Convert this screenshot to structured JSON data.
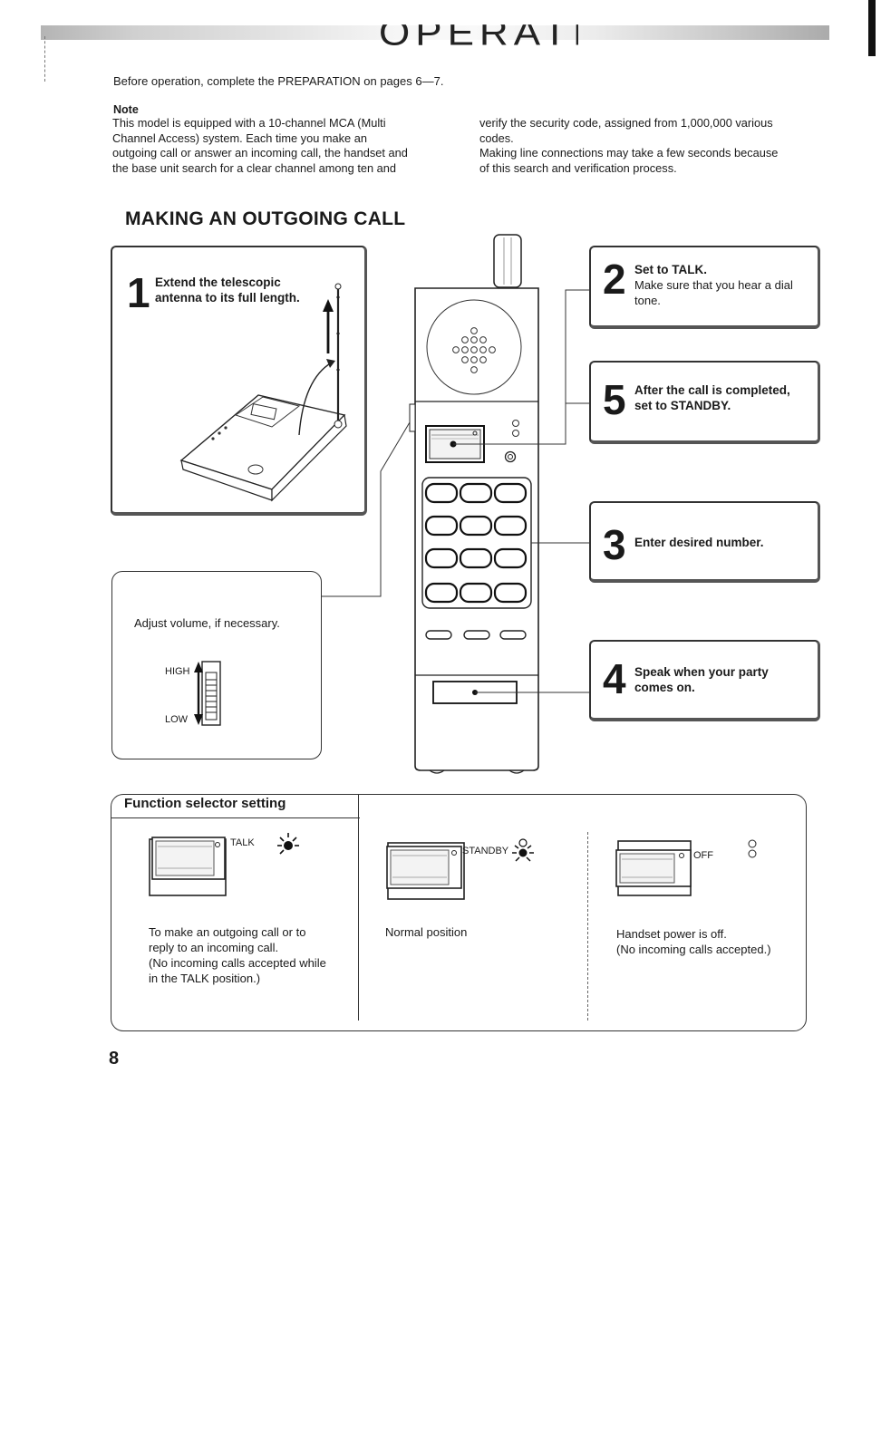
{
  "header": {
    "title": "OPERATION"
  },
  "intro": {
    "text": "Before operation, complete the PREPARATION on pages 6—7."
  },
  "note": {
    "heading": "Note",
    "col1": "This model is equipped with a 10-channel MCA (Multi\nChannel Access) system. Each time you make an\noutgoing call or answer an incoming call, the handset and\nthe base unit search for a clear channel among ten and",
    "col2": "verify the security code, assigned from 1,000,000 various\ncodes.\nMaking line connections may take a few seconds because\nof this search and verification process."
  },
  "section": {
    "title": "MAKING AN OUTGOING CALL"
  },
  "steps": {
    "s1": {
      "num": "1",
      "text": "Extend the telescopic\nantenna to its full length."
    },
    "s2": {
      "num": "2",
      "text": "Set to TALK.",
      "sub": "Make sure that you hear a dial\ntone."
    },
    "s3": {
      "num": "3",
      "text": "Enter desired number."
    },
    "s4": {
      "num": "4",
      "text": "Speak when your party\ncomes on."
    },
    "s5": {
      "num": "5",
      "text": "After the call is completed,\nset to STANDBY."
    }
  },
  "volume": {
    "text": "Adjust volume, if necessary.",
    "high": "HIGH",
    "low": "LOW"
  },
  "function_selector": {
    "title": "Function selector setting",
    "talk": {
      "label": "TALK",
      "desc": "To make an outgoing call or to\nreply to an incoming call.\n(No incoming calls accepted while\nin the TALK position.)"
    },
    "standby": {
      "label": "STANDBY",
      "desc": "Normal position"
    },
    "off": {
      "label": "OFF",
      "desc": "Handset power is off.\n(No incoming calls accepted.)"
    }
  },
  "page": {
    "number": "8"
  }
}
